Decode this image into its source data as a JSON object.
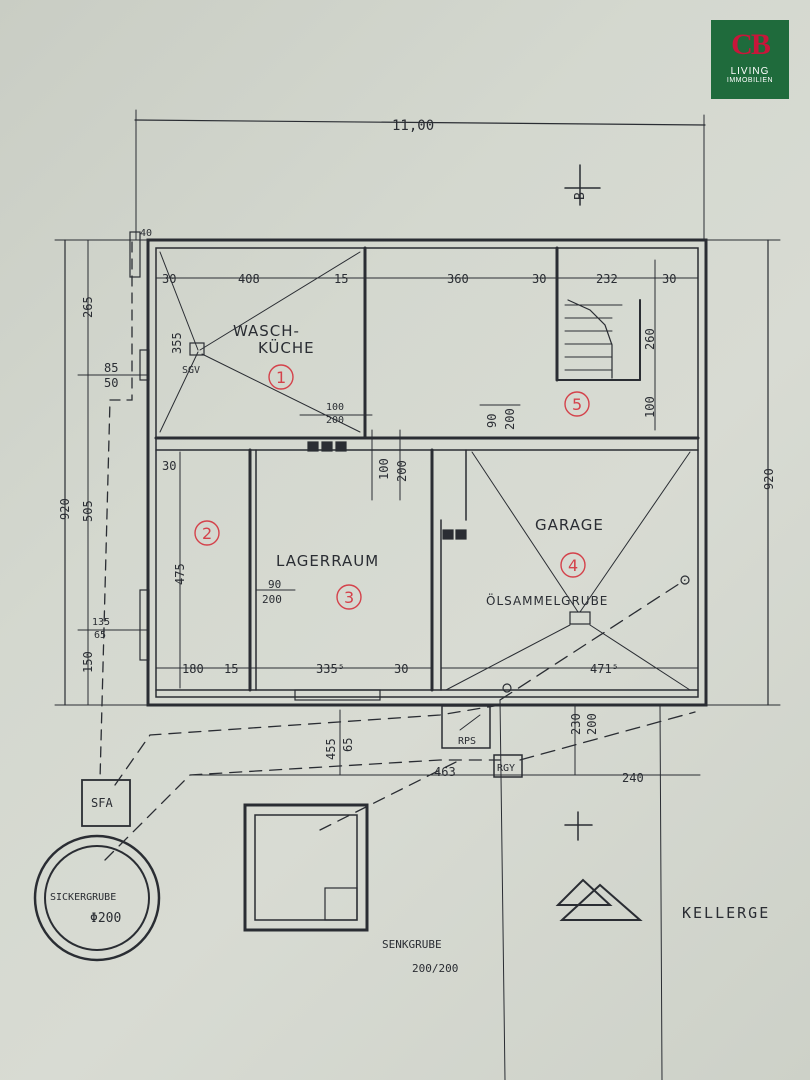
{
  "logo": {
    "mark": "CB",
    "line1": "LIVING",
    "line2": "IMMOBILIEN"
  },
  "rooms": {
    "waschkueche_1": "WASCH-",
    "waschkueche_2": "KÜCHE",
    "lagerraum": "LAGERRAUM",
    "garage": "GARAGE",
    "oelsammelgrube": "ÖLSAMMELGRUBE"
  },
  "room_numbers": [
    "1",
    "2",
    "3",
    "4",
    "5"
  ],
  "dimensions": {
    "total_width": "11,00",
    "total_depth_left": "920",
    "total_depth_right": "920",
    "d_265": "265",
    "d_505": "505",
    "d_150": "150",
    "d_30a": "30",
    "d_408": "408",
    "d_15a": "15",
    "d_360": "360",
    "d_30b": "30",
    "d_232": "232",
    "d_30c": "30",
    "d_355": "355",
    "d_85": "85",
    "d_50": "50",
    "d_100_200a": "100",
    "d_100_200b": "200",
    "d_90": "90",
    "d_200c": "200",
    "d_260": "260",
    "d_100b": "100",
    "d_100c": "100",
    "d_200d": "200",
    "d_30d": "30",
    "d_475": "475",
    "d_90b": "90",
    "d_200e": "200",
    "d_135": "135",
    "d_65": "65",
    "d_180": "180",
    "d_15b": "15",
    "d_3355": "335⁵",
    "d_30e": "30",
    "d_4715": "471⁵",
    "d_455": "455",
    "d_65b": "65",
    "d_230": "230",
    "d_200f": "200",
    "d_463": "463",
    "d_240": "240",
    "d_40": "40"
  },
  "labels": {
    "sgv": "SGV",
    "rps": "RPS",
    "rgy": "RGY",
    "sfa": "SFA",
    "sickergrube": "SICKERGRUBE",
    "sickergrube_dim": "Φ200",
    "senkgrube": "SENKGRUBE",
    "senkgrube_dim": "200/200",
    "kellerge": "KELLERGE",
    "section_b": "B"
  },
  "colors": {
    "paper": "#d4d8cf",
    "ink": "#2a2d33",
    "room_number": "#d4424b",
    "logo_bg": "#1f6b3c",
    "logo_mark": "#c8163a"
  }
}
